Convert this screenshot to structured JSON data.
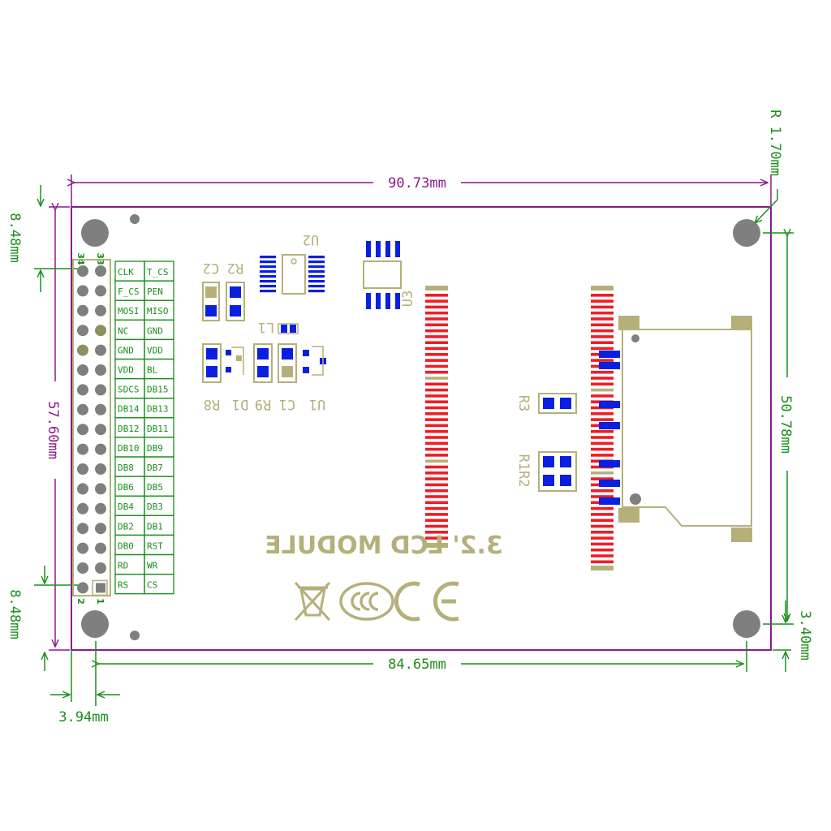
{
  "dimensions": {
    "width": "90.73mm",
    "height": "57.60mm",
    "top_margin": "8.48mm",
    "bottom_margin": "8.48mm",
    "hole_radius": "R 1.70mm",
    "right_hole_span": "50.78mm",
    "bottom_hole_offset": "3.40mm",
    "hole_span": "84.65mm",
    "left_offset": "3.94mm"
  },
  "header": {
    "pin_top_left": "34",
    "pin_top_right": "33",
    "pin_bottom_left": "2",
    "pin_bottom_right": "1"
  },
  "pin_labels": [
    [
      "CLK",
      "T_CS"
    ],
    [
      "F_CS",
      "PEN"
    ],
    [
      "MOSI",
      "MISO"
    ],
    [
      "NC",
      "GND"
    ],
    [
      "GND",
      "VDD"
    ],
    [
      "VDD",
      "BL"
    ],
    [
      "SDCS",
      "DB15"
    ],
    [
      "DB14",
      "DB13"
    ],
    [
      "DB12",
      "DB11"
    ],
    [
      "DB10",
      "DB9"
    ],
    [
      "DB8",
      "DB7"
    ],
    [
      "DB6",
      "DB5"
    ],
    [
      "DB4",
      "DB3"
    ],
    [
      "DB2",
      "DB1"
    ],
    [
      "DB0",
      "RST"
    ],
    [
      "RD",
      "WR"
    ],
    [
      "RS",
      "CS"
    ]
  ],
  "components": {
    "c2": "C2",
    "r2": "R2",
    "u2": "U2",
    "u3": "U3",
    "l1": "L1",
    "r8": "R8",
    "d1": "D1",
    "r9": "R9",
    "c1": "C1",
    "u1": "U1",
    "r3": "R3",
    "r1r2": "R1R2"
  },
  "module_title": "3.2' LCD MODULE",
  "colors": {
    "outline": "#8b1a8b",
    "dimension": "#1b8f1b",
    "silk": "#b5b07a",
    "pad_blue": "#0b1fe0",
    "pad_red": "#ee1c25",
    "hole": "#7f7f7f",
    "pin_grid": "#1b8f1b"
  }
}
